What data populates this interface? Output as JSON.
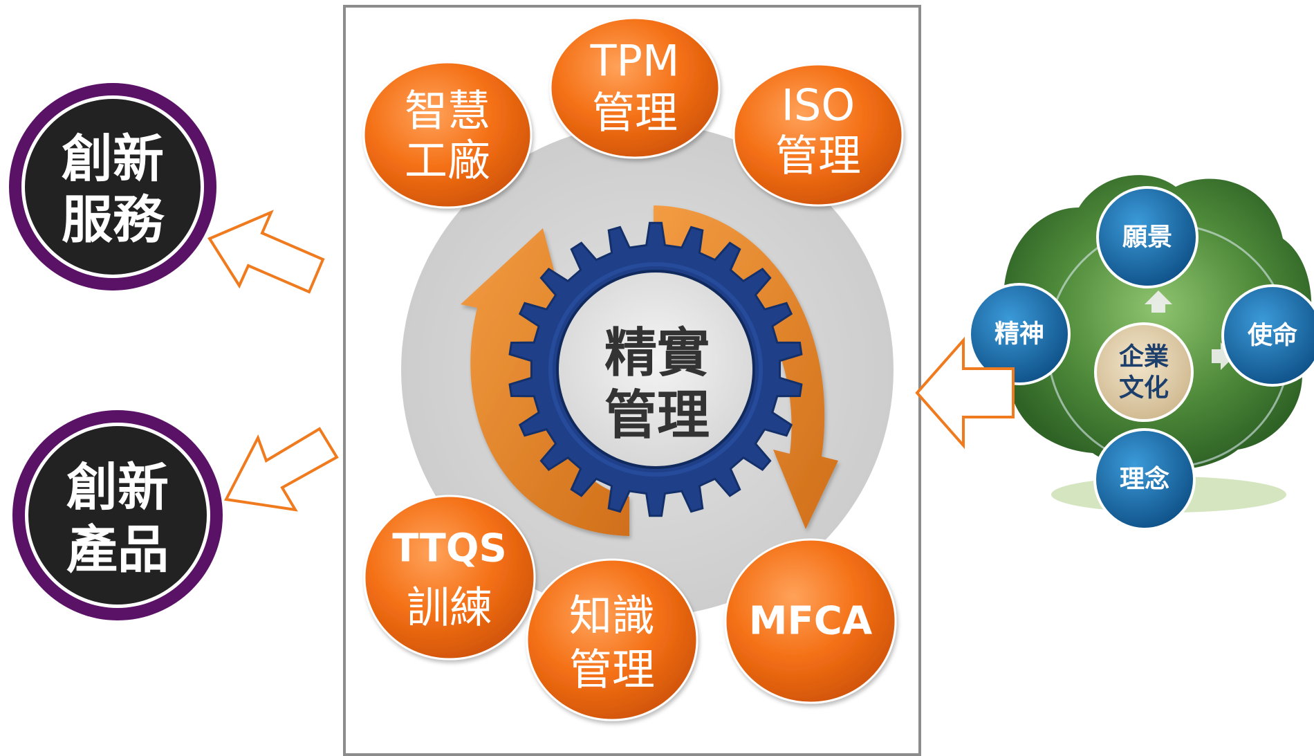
{
  "left_outputs": [
    {
      "line1": "創新",
      "line2": "服務"
    },
    {
      "line1": "創新",
      "line2": "產品"
    }
  ],
  "center": {
    "gear_line1": "精實",
    "gear_line2": "管理"
  },
  "satellites": [
    {
      "line1": "智慧",
      "line2": "工廠"
    },
    {
      "line1": "TPM",
      "line2": "管理"
    },
    {
      "line1": "ISO",
      "line2": "管理"
    },
    {
      "line1": "TTQS",
      "line2": "訓練"
    },
    {
      "line1": "知識",
      "line2": "管理"
    },
    {
      "line1": "MFCA",
      "line2": ""
    }
  ],
  "culture": {
    "center_line1": "企業",
    "center_line2": "文化",
    "nodes": {
      "top": "願景",
      "left": "精神",
      "right": "使命",
      "bottom": "理念"
    }
  },
  "colors": {
    "orange": "#f26b0f",
    "orange_dark": "#c4500a",
    "orange_light": "#ff9a4d",
    "arrow_orange": "#f07a1e",
    "purple_ring": "#5a1266",
    "dark_circle": "#222222",
    "gear_blue": "#1f3f88",
    "culture_blue": "#1570b5",
    "tree_green": "#4e8a3a"
  }
}
